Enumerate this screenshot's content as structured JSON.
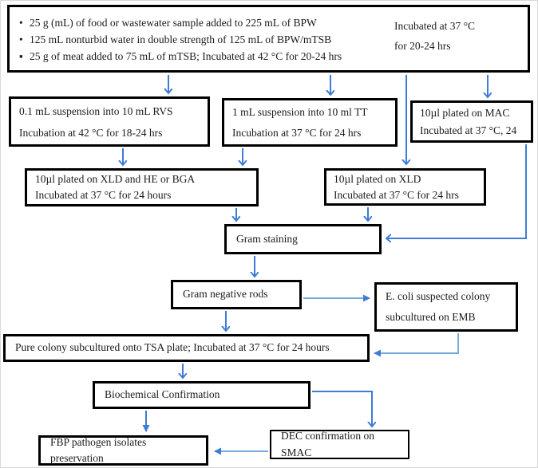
{
  "diagram": {
    "colors": {
      "arrow_blue": "#3e7cd6",
      "arrow_light_blue": "#76abdf",
      "bracket_blue": "#76abdf",
      "box_border": "#000000",
      "text": "#1b1b1b"
    },
    "top_box": {
      "marker1": "•",
      "bullet1": "25 g (mL) of food or wastewater sample added to 225 mL of BPW",
      "marker2": "•",
      "bullet2": "125 mL nonturbid water in double strength of 125 mL of BPW/mTSB",
      "marker3": "▪",
      "bullet3": "25 g of meat added to 75 mL of mTSB; Incubated at 42 °C for 20-24 hrs",
      "side_note_line1": "Incubated at 37 °C",
      "side_note_line2": "for 20-24 hrs"
    },
    "rvs_box": {
      "line1": "0.1 mL suspension into 10 mL RVS",
      "line2": "Incubation at 42 °C for 18-24 hrs"
    },
    "tt_box": {
      "line1": "1 mL suspension into 10 ml TT",
      "line2": "Incubation at 37 °C for 24 hrs"
    },
    "mac_box": {
      "line1": "10µl plated on MAC",
      "line2": "Incubated at 37 °C, 24"
    },
    "xld_he_bga_box": {
      "line1": "10µl plated on XLD and HE or BGA",
      "line2": "Incubated at 37 °C for 24 hours"
    },
    "xld_box": {
      "line1": "10µl plated on XLD",
      "line2": "Incubated at 37 °C for 24 hrs"
    },
    "gram_staining_box": {
      "label": "Gram staining"
    },
    "gram_negative_box": {
      "label": "Gram negative rods"
    },
    "emb_box": {
      "line1": "E. coli suspected colony",
      "line2": "subcultured on EMB"
    },
    "tsa_box": {
      "label": "Pure colony subcultured onto TSA plate; Incubated at 37 °C for 24 hours"
    },
    "biochem_box": {
      "label": "Biochemical Confirmation"
    },
    "dec_box": {
      "label": "DEC confirmation on SMAC"
    },
    "fbp_box": {
      "label": "FBP pathogen isolates preservation"
    }
  }
}
